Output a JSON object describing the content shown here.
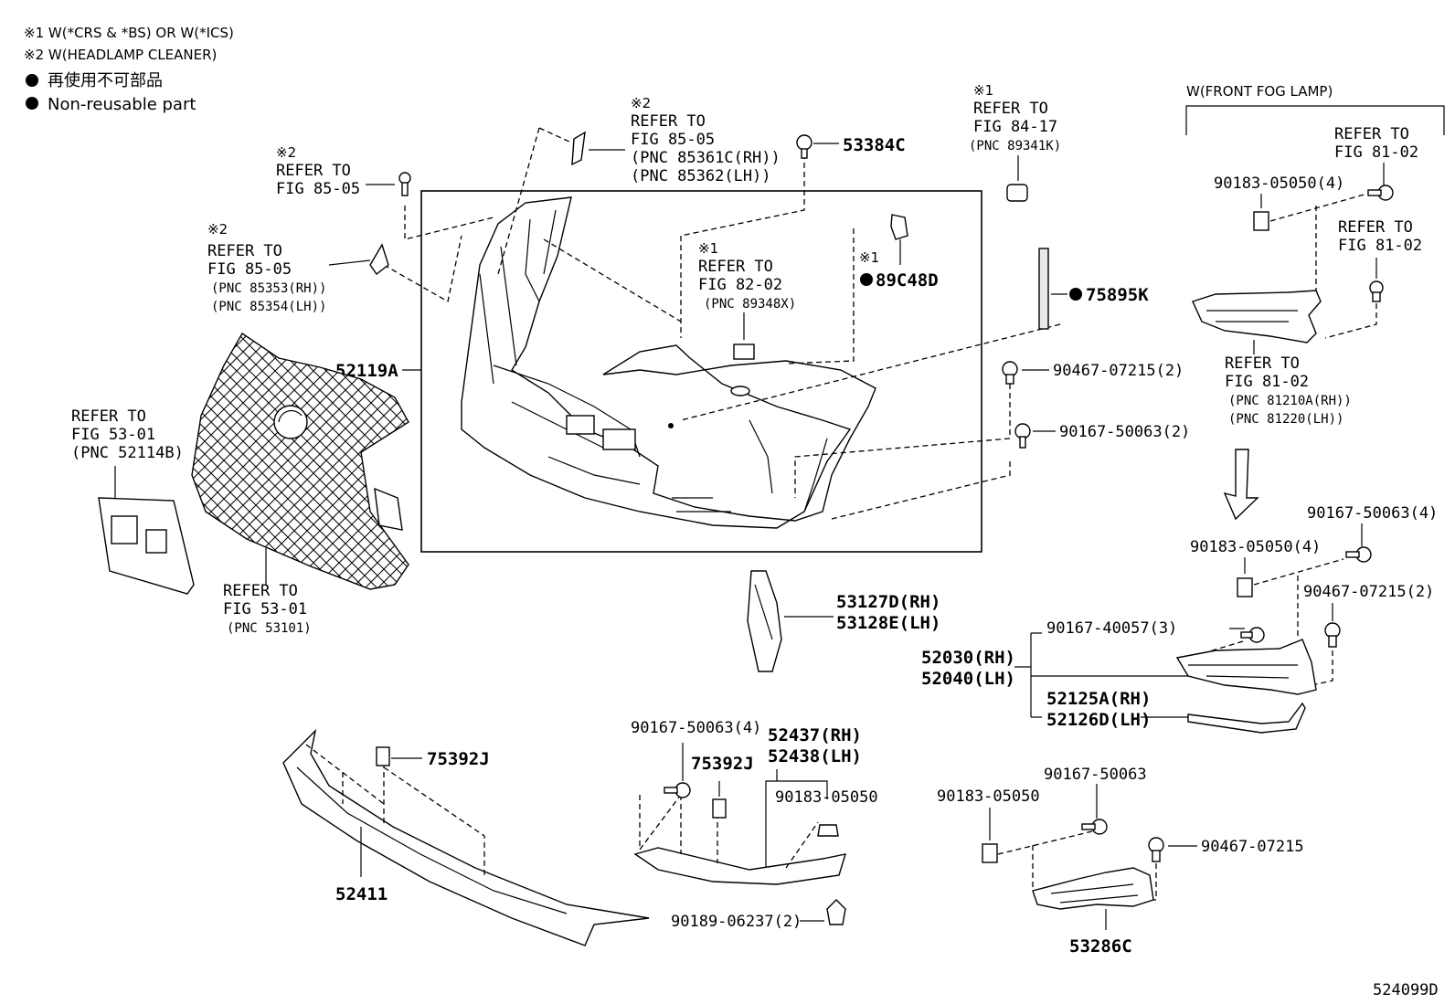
{
  "legend": {
    "note1": "※1 W(*CRS & *BS) OR W(*ICS)",
    "note2": "※2 W(HEADLAMP CLEANER)",
    "nonreusable_jp": "再使用不可部品",
    "nonreusable_en": "Non-reusable part"
  },
  "fog_section": {
    "title": "W(FRONT FOG LAMP)"
  },
  "refs": {
    "r8505a": [
      "※2",
      "REFER TO",
      "FIG 85-05",
      "(PNC 85361C(RH))",
      "(PNC 85362(LH))"
    ],
    "r8505b": [
      "※2",
      "REFER TO",
      "FIG 85-05"
    ],
    "r8505c": [
      "※2",
      "REFER TO",
      "FIG 85-05",
      "(PNC 85353(RH))",
      "(PNC 85354(LH))"
    ],
    "r8417": [
      "※1",
      "REFER TO",
      "FIG 84-17",
      "(PNC 89341K)"
    ],
    "r8202": [
      "※1",
      "REFER TO",
      "FIG 82-02",
      "(PNC 89348X)"
    ],
    "r5301a": [
      "REFER TO",
      "FIG 53-01",
      "(PNC 52114B)"
    ],
    "r5301b": [
      "REFER TO",
      "FIG 53-01",
      "(PNC 53101)"
    ],
    "r8102a": [
      "REFER TO",
      "FIG 81-02"
    ],
    "r8102b": [
      "REFER TO",
      "FIG 81-02"
    ],
    "r8102c": [
      "REFER TO",
      "FIG 81-02",
      "(PNC 81210A(RH))",
      "(PNC 81220(LH))"
    ]
  },
  "parts": {
    "p53384c": "53384C",
    "p89c48d_note": "※1",
    "p89c48d": "89C48D",
    "p75895k": "75895K",
    "p52119a": "52119A",
    "p90467_07215_2": "90467-07215(2)",
    "p90167_50063_2": "90167-50063(2)",
    "p90183_05050_4a": "90183-05050(4)",
    "p90167_50063_4a": "90167-50063(4)",
    "p90183_05050_4b": "90183-05050(4)",
    "p90467_07215_2b": "90467-07215(2)",
    "p90167_40057_3": "90167-40057(3)",
    "p52030": "52030(RH)",
    "p52040": "52040(LH)",
    "p52125a": "52125A(RH)",
    "p52126d": "52126D(LH)",
    "p53127d": "53127D(RH)",
    "p53128e": "53128E(LH)",
    "p75392j_a": "75392J",
    "p52411": "52411",
    "p90167_50063_4b": "90167-50063(4)",
    "p75392j_b": "75392J",
    "p52437": "52437(RH)",
    "p52438": "52438(LH)",
    "p90183_05050": "90183-05050",
    "p90189_06237": "90189-06237(2)",
    "p90183_05050_b": "90183-05050",
    "p90167_50063": "90167-50063",
    "p90467_07215": "90467-07215",
    "p53286c": "53286C"
  },
  "figure_id": "524099D"
}
